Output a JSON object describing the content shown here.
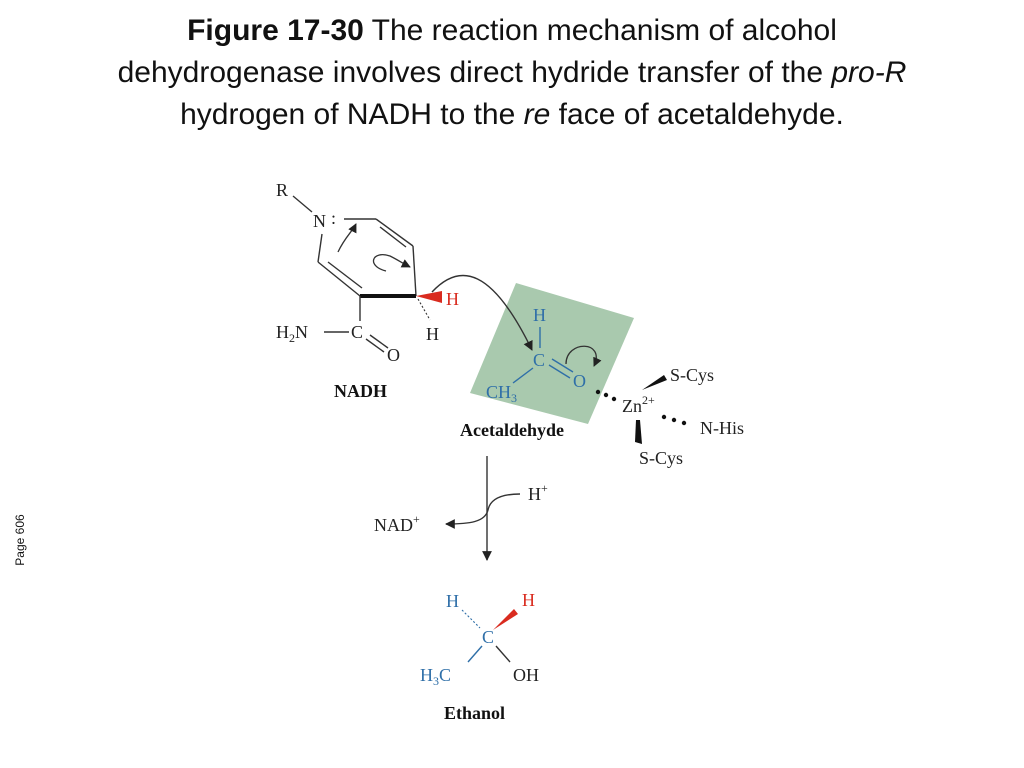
{
  "caption": {
    "figure_label": "Figure 17-30",
    "text_part1": "The reaction mechanism of alcohol dehydrogenase involves direct hydride transfer of the",
    "pro_r_label": "pro-R",
    "text_part2": "hydrogen of NADH to the",
    "re_label": "re",
    "text_part3": "face of acetaldehyde."
  },
  "page_label": "Page 606",
  "nadh": {
    "r_label": "R",
    "n_label": "N",
    "h2n_label": "H",
    "h2n_sub": "2",
    "h2n_tail": "N",
    "amide_c_label": "C",
    "amide_o_label": "O",
    "h_red_label": "H",
    "h_black_label": "H",
    "name": "NADH"
  },
  "acetaldehyde": {
    "h_label": "H",
    "c_label": "C",
    "o_label": "O",
    "ch3_label": "CH",
    "ch3_sub": "3",
    "name": "Acetaldehyde"
  },
  "zinc_site": {
    "zn_label": "Zn",
    "zn_charge": "2+",
    "scys_top": "S-Cys",
    "scys_bottom": "S-Cys",
    "nhis": "N-His"
  },
  "reaction": {
    "h_plus": "H",
    "h_plus_charge": "+",
    "nad_label": "NAD",
    "nad_charge": "+"
  },
  "ethanol": {
    "h_blue": "H",
    "h_red": "H",
    "c_label": "C",
    "h3c_label": "H",
    "h3c_sub": "3",
    "h3c_tail": "C",
    "oh_label": "OH",
    "name": "Ethanol"
  },
  "colors": {
    "highlight_box": "#a9c9ae",
    "hydride_red": "#d92b1f",
    "acetaldehyde_blue": "#2f6fa8"
  }
}
